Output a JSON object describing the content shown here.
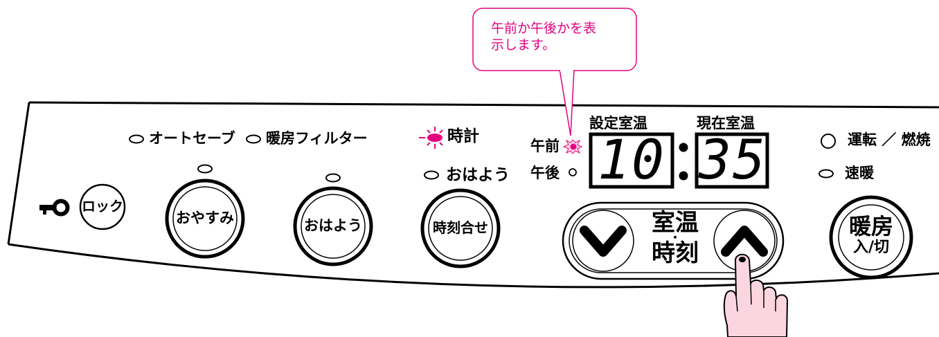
{
  "callout": {
    "text": "午前か午後かを表\n示します。"
  },
  "indicators": {
    "auto_save": "オートセーブ",
    "heater_filter": "暖房フィルター",
    "clock": "時計",
    "ohayou": "おはよう",
    "am": "午前",
    "pm": "午後",
    "operation": "運転 ／ 燃焼",
    "quick_heat": "速暖"
  },
  "display": {
    "set_temp_label": "設定室温",
    "current_temp_label": "現在室温",
    "set_temp_value": "10",
    "current_temp_value": "35"
  },
  "buttons": {
    "lock": "ロック",
    "oyasumi": "おやすみ",
    "ohayou": "おはよう",
    "clock_set": "時刻合せ",
    "temp_time_line1": "室温",
    "temp_time_dot": "・",
    "temp_time_line2": "時刻",
    "heater_line1": "暖房",
    "heater_line2": "入/切"
  },
  "colors": {
    "accent": "#e4007f",
    "finger": "#fbd6e1"
  }
}
